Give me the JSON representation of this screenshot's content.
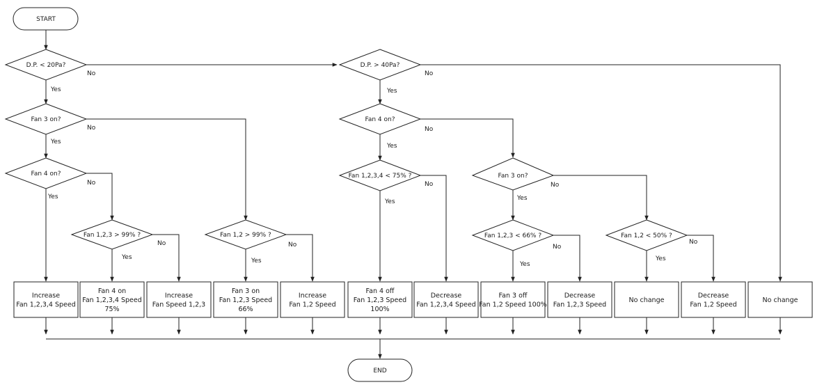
{
  "terminals": {
    "start": "START",
    "end": "END"
  },
  "decisions": {
    "dp_low": "D.P. < 20Pa?",
    "fan3_on_a": "Fan 3 on?",
    "fan4_on_a": "Fan 4 on?",
    "f123_gt99": "Fan 1,2,3 > 99% ?",
    "f12_gt99": "Fan 1,2  > 99% ?",
    "dp_high": "D.P. > 40Pa?",
    "fan4_on_b": "Fan 4 on?",
    "f1234_lt75": "Fan 1,2,3,4  <  75% ?",
    "fan3_on_b": "Fan 3 on?",
    "f123_lt66": "Fan 1,2,3 < 66% ?",
    "f12_lt50": "Fan 1,2 < 50% ?"
  },
  "processes": [
    {
      "id": "p1",
      "lines": [
        "Increase",
        "Fan 1,2,3,4 Speed"
      ]
    },
    {
      "id": "p2",
      "lines": [
        "Fan 4 on",
        "Fan 1,2,3,4 Speed",
        "75%"
      ]
    },
    {
      "id": "p3",
      "lines": [
        "Increase",
        "Fan Speed 1,2,3"
      ]
    },
    {
      "id": "p4",
      "lines": [
        "Fan 3 on",
        "Fan 1,2,3 Speed",
        "66%"
      ]
    },
    {
      "id": "p5",
      "lines": [
        "Increase",
        "Fan 1,2 Speed"
      ]
    },
    {
      "id": "p6",
      "lines": [
        "Fan 4 off",
        "Fan 1,2,3 Speed",
        "100%"
      ]
    },
    {
      "id": "p7",
      "lines": [
        "Decrease",
        "Fan 1,2,3,4 Speed"
      ]
    },
    {
      "id": "p8",
      "lines": [
        "Fan 3 off",
        "Fan 1,2 Speed 100%"
      ]
    },
    {
      "id": "p9",
      "lines": [
        "Decrease",
        "Fan 1,2,3 Speed"
      ]
    },
    {
      "id": "p10",
      "lines": [
        "No change"
      ]
    },
    {
      "id": "p11",
      "lines": [
        "Decrease",
        "Fan 1,2 Speed"
      ]
    },
    {
      "id": "p12",
      "lines": [
        "No change"
      ]
    }
  ],
  "branch_labels": {
    "yes": "Yes",
    "no": "No"
  }
}
